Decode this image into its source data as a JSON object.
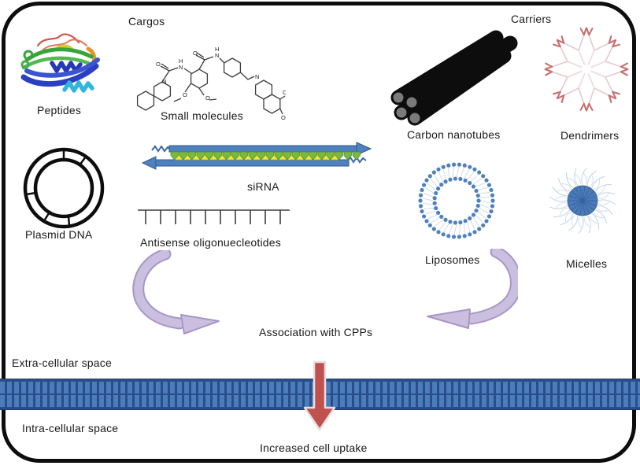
{
  "labels": {
    "cargos": "Cargos",
    "carriers": "Carriers",
    "peptides": "Peptides",
    "small_molecules": "Small molecules",
    "sirna": "siRNA",
    "plasmid_dna": "Plasmid DNA",
    "antisense_oligos": "Antisense oligonuecleotides",
    "carbon_nanotubes": "Carbon nanotubes",
    "dendrimers": "Dendrimers",
    "liposomes": "Liposomes",
    "micelles": "Micelles",
    "association": "Association with CPPs",
    "extracellular": "Extra-cellular space",
    "intracellular": "Intra-cellular space",
    "uptake": "Increased cell uptake"
  },
  "colors": {
    "membrane_dark": "#284f8c",
    "membrane_bar": "#4d7cba",
    "arrow_purple_fill": "#cbbfe0",
    "arrow_purple_edge": "#a796c6",
    "arrow_red": "#c1514f",
    "strand_blue": "#4f81bd",
    "strand_blue_dark": "#2f5a94",
    "tooth_green": "#78b843",
    "tooth_yellow": "#efe73c",
    "liposome_blue": "#4f81bd",
    "micelle_blue": "#4a7ab8",
    "dendrimer_tip": "#c4706e",
    "dendrimer_branch": "#e7cdd0",
    "nanotube_black": "#0d0d0d",
    "nanotube_end_gray": "#7a7a7a"
  }
}
